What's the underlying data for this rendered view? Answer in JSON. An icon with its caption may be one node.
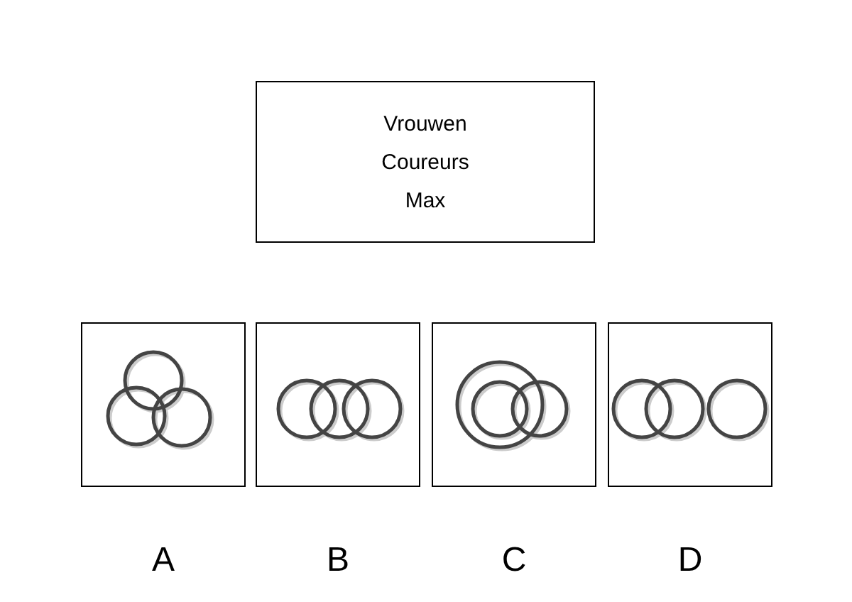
{
  "diagram": {
    "nodes": [
      {
        "text": [
          "Vrouwen",
          "Coureurs",
          "Max"
        ]
      },
      {
        "text": [],
        "shape": "picture",
        "beside": [
          "A"
        ]
      },
      {
        "text": [],
        "shape": "picture",
        "beside": [
          "B"
        ]
      },
      {
        "text": [],
        "shape": "picture",
        "beside": [
          "C"
        ]
      },
      {
        "text": [],
        "shape": "picture",
        "beside": [
          "D"
        ]
      }
    ]
  }
}
